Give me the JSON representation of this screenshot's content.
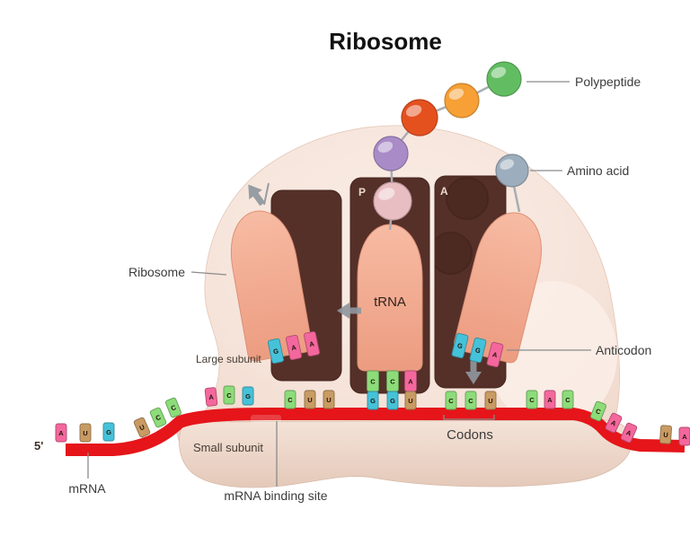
{
  "title": "Ribosome",
  "labels": {
    "polypeptide": "Polypeptide",
    "amino_acid": "Amino acid",
    "ribosome": "Ribosome",
    "trna": "tRNA",
    "anticodon": "Anticodon",
    "large_subunit": "Large subunit",
    "small_subunit": "Small subunit",
    "codons": "Codons",
    "mrna_binding_site": "mRNA binding site",
    "mrna": "mRNA",
    "five_prime": "5'",
    "site_p": "P",
    "site_a": "A"
  },
  "colors": {
    "background": "#ffffff",
    "title_text": "#111111",
    "label_text": "#3c3c3c",
    "subunit_label_text": "#473c34",
    "leader_line": "#8b8b8b",
    "mrna": "#e5151a",
    "ribosome_body_light": "#faeee7",
    "ribosome_body": "#f6e4da",
    "ribosome_body_dark": "#efd6c9",
    "ribosome_edge": "#e3c7b8",
    "small_subunit_top": "#f4e3d8",
    "small_subunit_bottom": "#e4c9b9",
    "small_subunit_edge": "#d8baa9",
    "site_block": "#553028",
    "site_block_inner": "#4c2a22",
    "site_block_edge": "#46261e",
    "site_letter": "#ead9d0",
    "trna_top": "#f7bba3",
    "trna_bottom": "#ec9c80",
    "trna_stroke": "#dd9177",
    "trna_label_color": "#33231d",
    "arrow": "#8f979e",
    "connector": "#a7adb3",
    "base_letter": "#241309",
    "five_prime_text": "#3f3028"
  },
  "base_color_map": {
    "A": "#f4679d",
    "U": "#c89b63",
    "G": "#45c2d9",
    "C": "#8cdc7a"
  },
  "sequences": {
    "left_flat": [
      "A",
      "U",
      "G"
    ],
    "left_slope": [
      "U",
      "C",
      "C"
    ],
    "slope_top": [
      "A",
      "C",
      "G"
    ],
    "codon_e": [
      "C",
      "U",
      "U"
    ],
    "anticodon_e": [
      "G",
      "A",
      "A"
    ],
    "codon_p": [
      "G",
      "G",
      "U"
    ],
    "anticodon_p": [
      "C",
      "C",
      "A"
    ],
    "codon_a": [
      "C",
      "C",
      "U"
    ],
    "anticodon_a": [
      "G",
      "G",
      "A"
    ],
    "right_flat": [
      "C",
      "A",
      "C"
    ],
    "right_slope": [
      "C",
      "A",
      "A"
    ],
    "far_right": [
      "U",
      "A"
    ]
  },
  "polypeptide": {
    "ball_colors": [
      "#62bd62",
      "#f6a036",
      "#e4511f",
      "#a98cc7"
    ],
    "peptide_ball": "#e9bec3",
    "amino_acid_ball": "#9cadbd"
  }
}
